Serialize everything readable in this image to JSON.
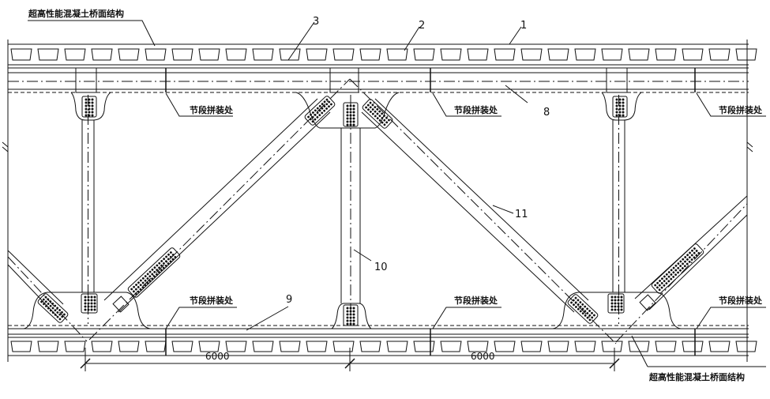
{
  "labels": {
    "top_deck": "超高性能混凝土桥面结构",
    "bottom_deck": "超高性能混凝土桥面结构",
    "splice_1": "节段拼装处",
    "splice_2": "节段拼装处",
    "splice_3": "节段拼装处",
    "splice_4": "节段拼装处",
    "splice_5": "节段拼装处",
    "splice_6": "节段拼装处",
    "n1": "1",
    "n2": "2",
    "n3": "3",
    "n8": "8",
    "n9": "9",
    "n10": "10",
    "n11": "11",
    "dim_left": "6000",
    "dim_right": "6000"
  },
  "colors": {
    "line": "#111111",
    "paper": "#ffffff"
  }
}
